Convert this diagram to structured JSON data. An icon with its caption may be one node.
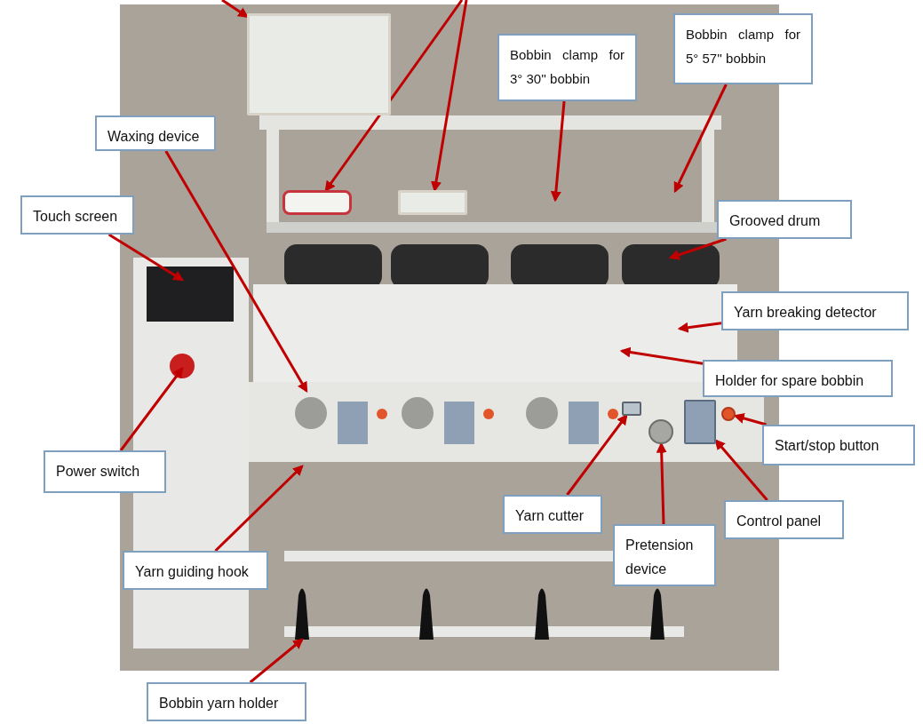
{
  "diagram": {
    "nodes": [
      {
        "text": [
          "Waxing device"
        ]
      },
      {
        "text": [
          "Touch screen"
        ]
      },
      {
        "text": [
          "Bobbin clamp for 3° 30'' bobbin"
        ]
      },
      {
        "text": [
          "Bobbin clamp for 5° 57'' bobbin"
        ]
      },
      {
        "text": [
          "Grooved drum"
        ]
      },
      {
        "text": [
          "Yarn breaking detector"
        ]
      },
      {
        "text": [
          "Holder for spare bobbin"
        ]
      },
      {
        "text": [
          "Start/stop button"
        ]
      },
      {
        "text": [
          "Power switch"
        ]
      },
      {
        "text": [
          "Yarn cutter"
        ]
      },
      {
        "text": [
          "Control panel"
        ]
      },
      {
        "text": [
          "Pretension device"
        ]
      },
      {
        "text": [
          "Yarn guiding hook"
        ]
      },
      {
        "text": [
          "Bobbin yarn holder"
        ]
      },
      {
        "text": [],
        "shape": "box"
      },
      {
        "text": [],
        "shape": "cylinder"
      },
      {
        "text": [],
        "shape": "box"
      },
      {
        "text": [],
        "shape": "circle"
      },
      {
        "text": [],
        "shape": "box"
      },
      {
        "text": [],
        "shape": "circle"
      },
      {
        "text": [],
        "shape": "box"
      }
    ],
    "edges": [
      {
        "from": 0,
        "to": null,
        "arrow": "to"
      },
      {
        "from": 1,
        "to": null,
        "arrow": "to"
      },
      {
        "from": 2,
        "to": null,
        "arrow": "to"
      },
      {
        "from": 3,
        "to": null,
        "arrow": "to"
      },
      {
        "from": 4,
        "to": null,
        "arrow": "to"
      },
      {
        "from": 5,
        "to": null,
        "arrow": "to"
      },
      {
        "from": 6,
        "to": null,
        "arrow": "to"
      },
      {
        "from": 7,
        "to": 17,
        "arrow": "to"
      },
      {
        "from": 8,
        "to": null,
        "arrow": "to"
      },
      {
        "from": 9,
        "to": 20,
        "arrow": "to"
      },
      {
        "from": 10,
        "to": 18,
        "arrow": "to"
      },
      {
        "from": 11,
        "to": 19,
        "arrow": "to"
      },
      {
        "from": 12,
        "to": null,
        "arrow": "to"
      },
      {
        "from": 13,
        "to": null,
        "arrow": "to"
      },
      {
        "from": null,
        "to": 14,
        "arrow": "to"
      },
      {
        "from": null,
        "to": 15,
        "arrow": "to"
      },
      {
        "from": null,
        "to": 16,
        "arrow": "to"
      }
    ]
  }
}
